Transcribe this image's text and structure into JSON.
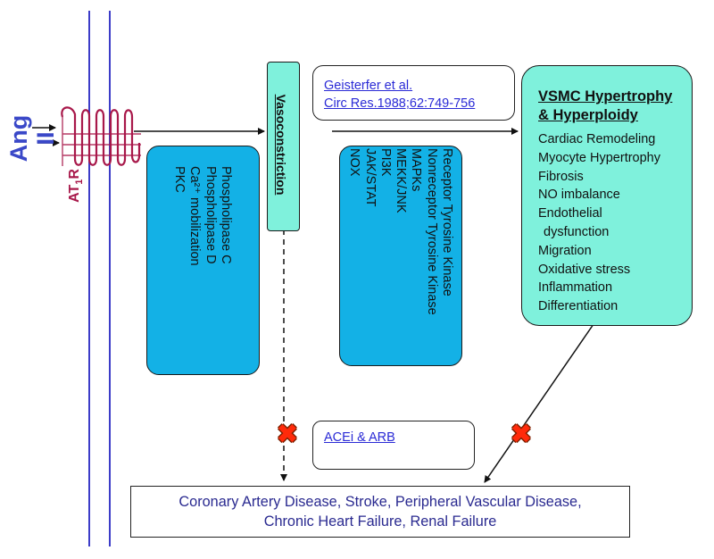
{
  "ligand": {
    "label": "Ang II"
  },
  "receptor": {
    "label_main": "AT",
    "label_sub": "1",
    "label_suffix": "R"
  },
  "left_box": {
    "items": [
      "Phospholipase C",
      "Phospholipase D",
      "Ca²⁺ mobilization",
      "PKC"
    ]
  },
  "vasoconstriction": {
    "label": "Vasoconstriction"
  },
  "reference": {
    "line1": "Geisterfer et al.",
    "line2": "Circ Res.1988;62:749-756"
  },
  "middle_box": {
    "items": [
      "Receptor Tyrosine Kinase",
      "Nonreceptor Tyrosine Kinase",
      "MAPKs",
      "MEKK/JNK",
      "PI3K",
      "JAK/STAT",
      "NOX"
    ]
  },
  "vsmc": {
    "title_line1": "VSMC Hypertrophy",
    "title_line2": "& Hyperploidy",
    "items": [
      "Cardiac Remodeling",
      "Myocyte Hypertrophy",
      "Fibrosis",
      "NO imbalance",
      "Endothelial",
      "dysfunction",
      "Migration",
      "Oxidative stress",
      "Inflammation",
      "Differentiation"
    ]
  },
  "blocker": {
    "label": "ACEi & ARB"
  },
  "outcomes": {
    "line1": "Coronary Artery Disease, Stroke, Peripheral Vascular Disease,",
    "line2": "Chronic Heart Failure, Renal Failure"
  },
  "colors": {
    "membrane": "#3c3cc8",
    "receptor": "#a8184a",
    "cyan_box": "#13b1e6",
    "mint_box": "#7ff1dc",
    "link_blue": "#2a2ad6",
    "outcome_text": "#2a2a90",
    "block_x": "#ff2a0a"
  }
}
